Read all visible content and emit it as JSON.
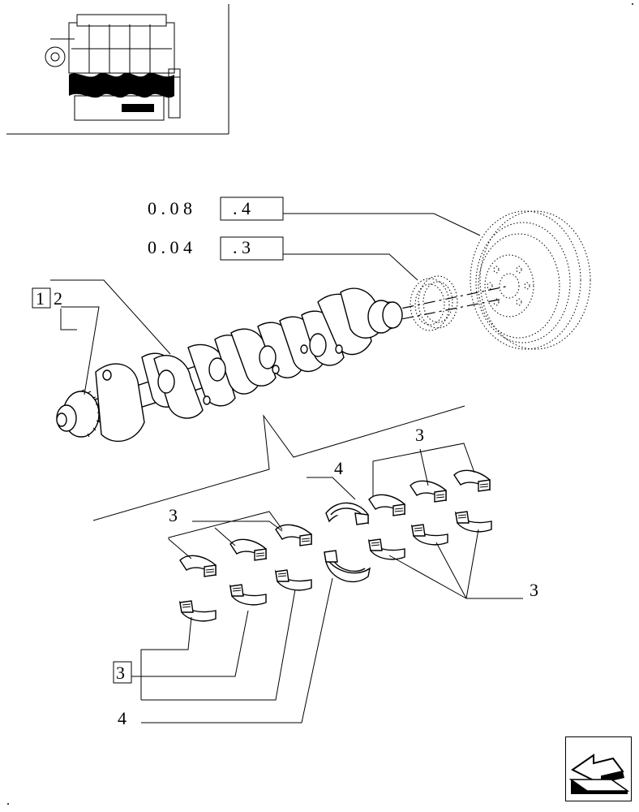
{
  "labels": {
    "ref_flywheel_prefix": "0 . 0 8",
    "ref_flywheel_suffix": ". 4",
    "ref_pulley_prefix": "0 . 0 4",
    "ref_pulley_suffix": ". 3",
    "item_1": "1",
    "item_2": "2",
    "item_3_upper_left": "3",
    "item_3_upper_right": "3",
    "item_3_right": "3",
    "item_3_boxed": "3",
    "item_4_upper": "4",
    "item_4_lower": "4"
  },
  "icons": {
    "thumbnail": "engine-thumbnail-icon",
    "navigation": "return-arrow-icon"
  }
}
